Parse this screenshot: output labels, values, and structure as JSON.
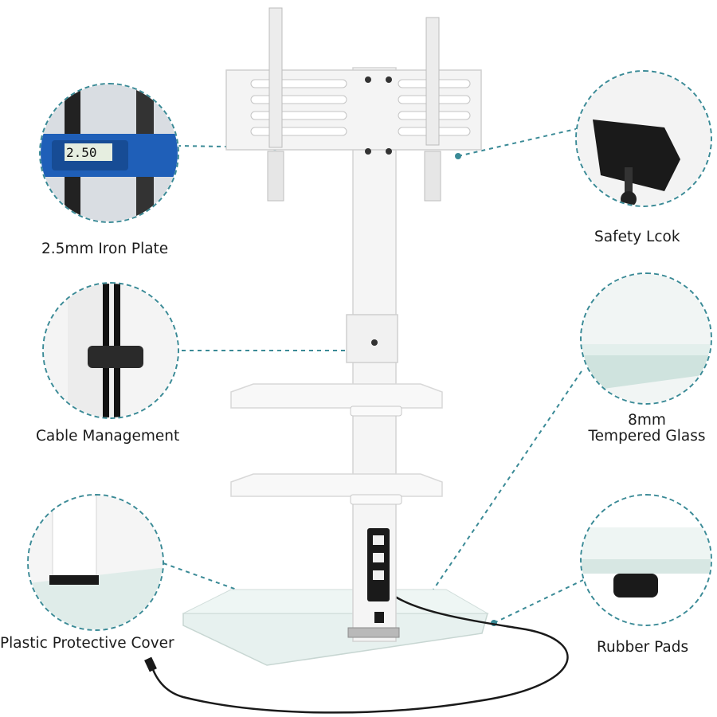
{
  "features": {
    "iron_plate": {
      "label": "2.5mm Iron Plate",
      "gauge_reading": "2.50"
    },
    "safety_lock": {
      "label": "Safety Lcok"
    },
    "cable_management": {
      "label": "Cable Management"
    },
    "tempered_glass": {
      "label_line1": "8mm",
      "label_line2": "Tempered Glass"
    },
    "protective_cover": {
      "label": "Plastic Protective Cover"
    },
    "rubber_pads": {
      "label": "Rubber Pads"
    }
  },
  "colors": {
    "callout_line": "#3a8a96",
    "stand": "#f4f4f4",
    "glass": "#e7f1ef",
    "caliper": "#1f5fb8"
  }
}
